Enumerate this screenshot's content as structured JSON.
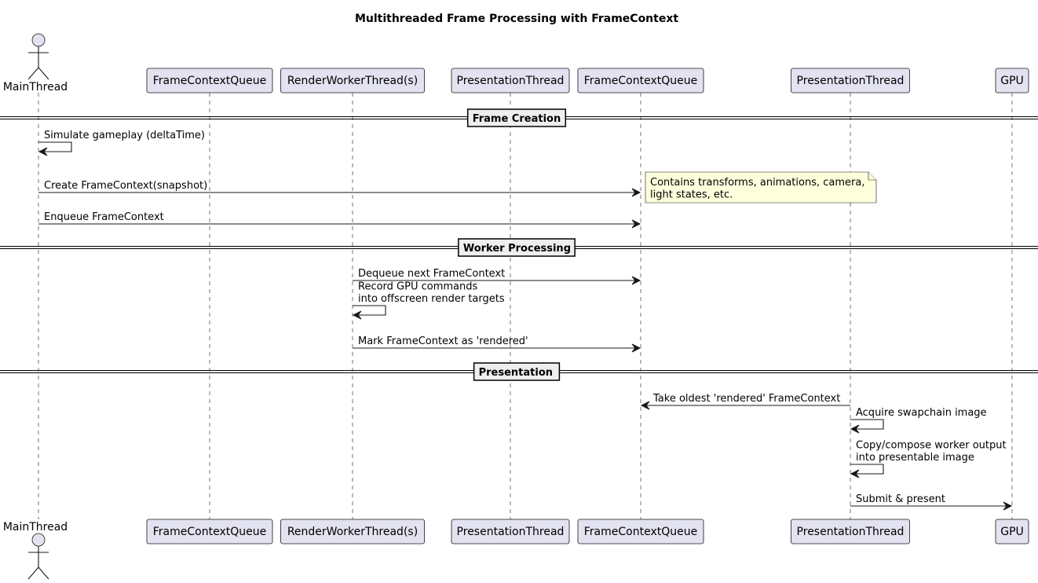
{
  "title": "Multithreaded Frame Processing with FrameContext",
  "participants": [
    {
      "id": "main",
      "label": "MainThread",
      "kind": "actor"
    },
    {
      "id": "q1",
      "label": "FrameContextQueue",
      "kind": "participant"
    },
    {
      "id": "rw",
      "label": "RenderWorkerThread(s)",
      "kind": "participant"
    },
    {
      "id": "pt1",
      "label": "PresentationThread",
      "kind": "participant"
    },
    {
      "id": "q2",
      "label": "FrameContextQueue",
      "kind": "participant"
    },
    {
      "id": "pt2",
      "label": "PresentationThread",
      "kind": "participant"
    },
    {
      "id": "gpu",
      "label": "GPU",
      "kind": "participant"
    }
  ],
  "sections": [
    {
      "label": "Frame Creation"
    },
    {
      "label": "Worker Processing"
    },
    {
      "label": "Presentation"
    }
  ],
  "messages": [
    {
      "from": "main",
      "to": "main",
      "lines": [
        "Simulate gameplay (deltaTime)"
      ]
    },
    {
      "from": "main",
      "to": "q2",
      "lines": [
        "Create FrameContext(snapshot)"
      ]
    },
    {
      "from": "main",
      "to": "q2",
      "lines": [
        "Enqueue FrameContext"
      ]
    },
    {
      "from": "rw",
      "to": "q2",
      "lines": [
        "Dequeue next FrameContext"
      ]
    },
    {
      "from": "rw",
      "to": "rw",
      "lines": [
        "Record GPU commands",
        "into offscreen render targets"
      ]
    },
    {
      "from": "rw",
      "to": "q2",
      "lines": [
        "Mark FrameContext as 'rendered'"
      ]
    },
    {
      "from": "pt2",
      "to": "q2",
      "lines": [
        "Take oldest 'rendered' FrameContext"
      ]
    },
    {
      "from": "pt2",
      "to": "pt2",
      "lines": [
        "Acquire swapchain image"
      ]
    },
    {
      "from": "pt2",
      "to": "pt2",
      "lines": [
        "Copy/compose worker output",
        "into presentable image"
      ]
    },
    {
      "from": "pt2",
      "to": "gpu",
      "lines": [
        "Submit & present"
      ]
    }
  ],
  "note": {
    "lines": [
      "Contains transforms, animations, camera,",
      "light states, etc."
    ]
  },
  "colors": {
    "participant_fill": "#E2E2F0",
    "note_fill": "#FEFFDD",
    "section_fill": "#EEEEEE",
    "line": "#181818"
  }
}
